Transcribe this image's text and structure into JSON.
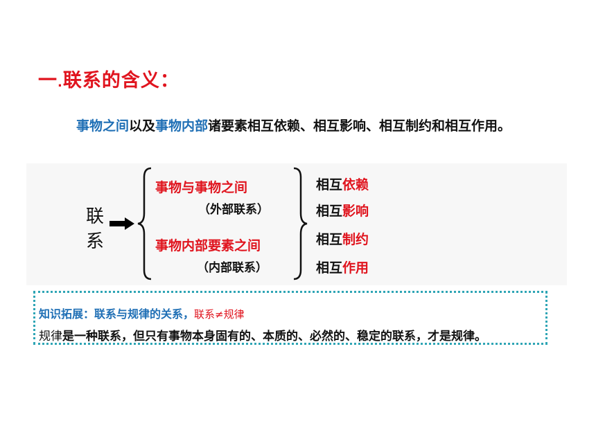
{
  "title": {
    "number": "一",
    "dot": ".",
    "text": "联系的含义："
  },
  "definition": {
    "part1": "事物之间",
    "part2": "以及",
    "part3": "事物内部",
    "part4": "诸要素相互依赖、相互影响、相互制约和相互作用。"
  },
  "diagram": {
    "label_char1": "联",
    "label_char2": "系",
    "branches": [
      {
        "main": "事物与事物之间",
        "sub": "（外部联系）"
      },
      {
        "main": "事物内部要素之间",
        "sub": "（内部联系）"
      }
    ],
    "relations": [
      {
        "prefix": "相互",
        "highlight": "依赖"
      },
      {
        "prefix": "相互",
        "highlight": "影响"
      },
      {
        "prefix": "相互",
        "highlight": "制约"
      },
      {
        "prefix": "相互",
        "highlight": "作用"
      }
    ]
  },
  "note": {
    "heading": "知识拓展：联系与规律的关系，",
    "handwritten": "联系≠规律",
    "body_lead": "规律",
    "body_rest": "是一种联系，但只有事物本身固有的、本质的、必然的、稳定的联系，才是规律。"
  },
  "colors": {
    "title_red": "#e0141e",
    "highlight_blue": "#1f6fb5",
    "box_border": "#2ea5b5"
  }
}
